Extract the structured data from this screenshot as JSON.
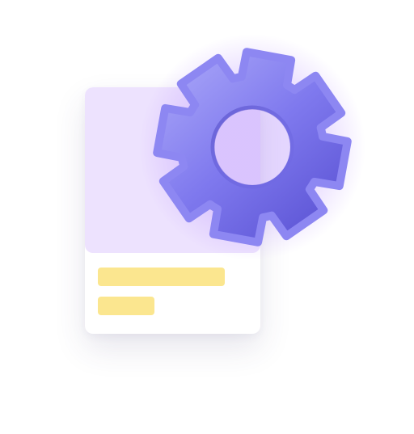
{
  "illustration": {
    "icon": "settings-gear-icon",
    "colors": {
      "card_background": "#ffffff",
      "card_header": "#ede2fe",
      "placeholder_bar": "#fbe68f",
      "gear_fill": "#7f79ee",
      "gear_highlight": "#a9a6f8",
      "gear_shadow": "#5b53d4",
      "gear_glow": "#b58cff"
    },
    "placeholder_lines": [
      {
        "name": "long",
        "fill_fraction": 0.85
      },
      {
        "name": "short",
        "fill_fraction": 0.38
      }
    ]
  }
}
